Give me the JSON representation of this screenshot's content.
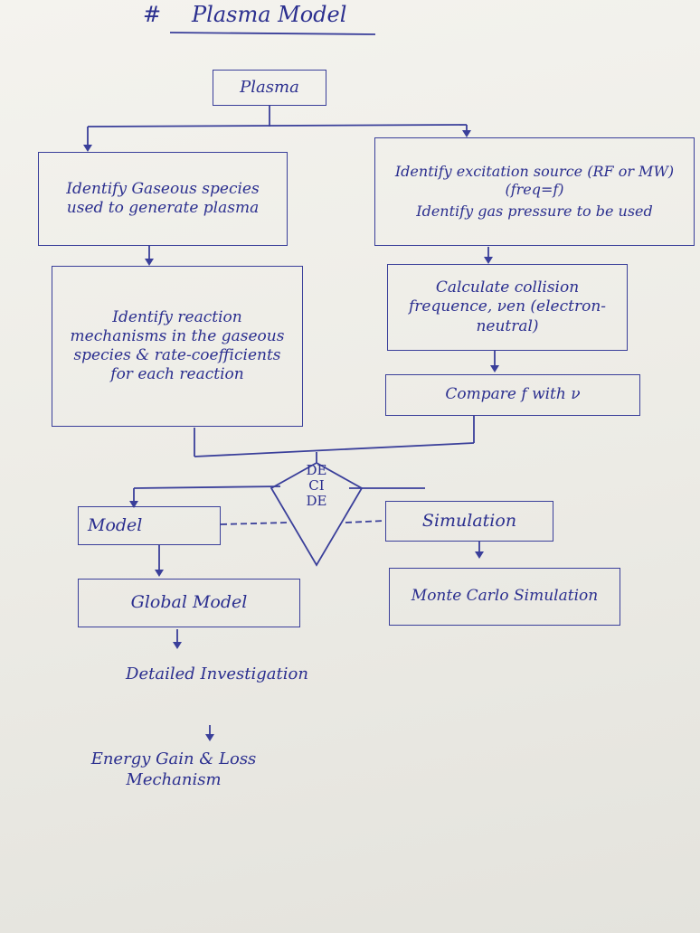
{
  "title": {
    "hash": "#",
    "text": "Plasma Model"
  },
  "boxes": {
    "plasma": "Plasma",
    "gaseous_species": "Identify Gaseous species used to generate plasma",
    "excitation_source": "Identify excitation source (RF or MW) (freq=f)",
    "gas_pressure": "Identify gas pressure to be used",
    "reaction_mechanisms": "Identify reaction mechanisms in the gaseous species & rate-coefficients for each reaction",
    "collision_freq": "Calculate collision frequence, νen (electron-neutral)",
    "compare": "Compare f with ν",
    "decide": "DECIDE",
    "model": "Model",
    "simulation": "Simulation",
    "global_model": "Global Model",
    "monte_carlo": "Monte Carlo Simulation"
  },
  "steps": {
    "detailed": "Detailed Investigation",
    "energy": "Energy Gain & Loss Mechanism"
  },
  "colors": {
    "ink": "#2b2f8f",
    "paper": "#f1f0eb"
  }
}
